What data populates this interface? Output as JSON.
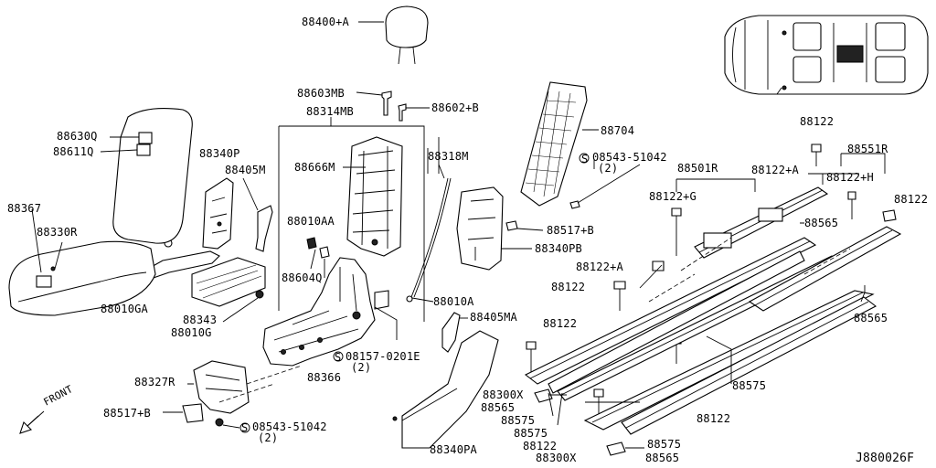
{
  "diagram": {
    "labels": {
      "p88400a": "88400+A",
      "p88603mb": "88603MB",
      "p88602b": "88602+B",
      "p88314mb": "88314MB",
      "p88704": "88704",
      "p88630q": "88630Q",
      "p88611q": "88611Q",
      "p88340p": "88340P",
      "p88405m": "88405M",
      "p88666m": "88666M",
      "p88318m": "88318M",
      "s08543a": "08543-51042",
      "s08543a_qty": "(2)",
      "p88122_top": "88122",
      "p88551r": "88551R",
      "p88501r": "88501R",
      "p88122a_top": "88122+A",
      "p88122h": "88122+H",
      "p88122g": "88122+G",
      "p88122_right": "88122",
      "p88367": "88367",
      "p88330r": "88330R",
      "p88010aa": "88010AA",
      "p88517b_mid": "88517+B",
      "p88340pb": "88340PB",
      "p88565_a": "88565",
      "p88604q": "88604Q",
      "p88122a_mid": "88122+A",
      "p88010ga": "88010GA",
      "p88343": "88343",
      "p88010a": "88010A",
      "p88122_mid": "88122",
      "p88565_b": "88565",
      "p88010g": "88010G",
      "p88405ma": "88405MA",
      "p88122_c": "88122",
      "s08157": "08157-0201E",
      "s08157_qty": "(2)",
      "p88366": "88366",
      "p88327r": "88327R",
      "p88300x_a": "88300X",
      "p88565_c": "88565",
      "p88575_a": "88575",
      "p88517b_bot": "88517+B",
      "p88575_b": "88575",
      "p88122_d": "88122",
      "s08543b": "08543-51042",
      "s08543b_qty": "(2)",
      "p88575_c": "88575",
      "p88122_e": "88122",
      "p88300x_b": "88300X",
      "p88565_d": "88565",
      "p88340pa": "88340PA",
      "front": "FRONT",
      "diagram_code": "J880026F",
      "screw_symbol": "S"
    },
    "icons": [
      "headrest-icon",
      "car-top-view-icon",
      "seat-cushion-icon",
      "seat-back-icon",
      "seat-frame-icon",
      "rail-icon",
      "bolt-icon",
      "clip-icon",
      "front-arrow-icon"
    ]
  }
}
